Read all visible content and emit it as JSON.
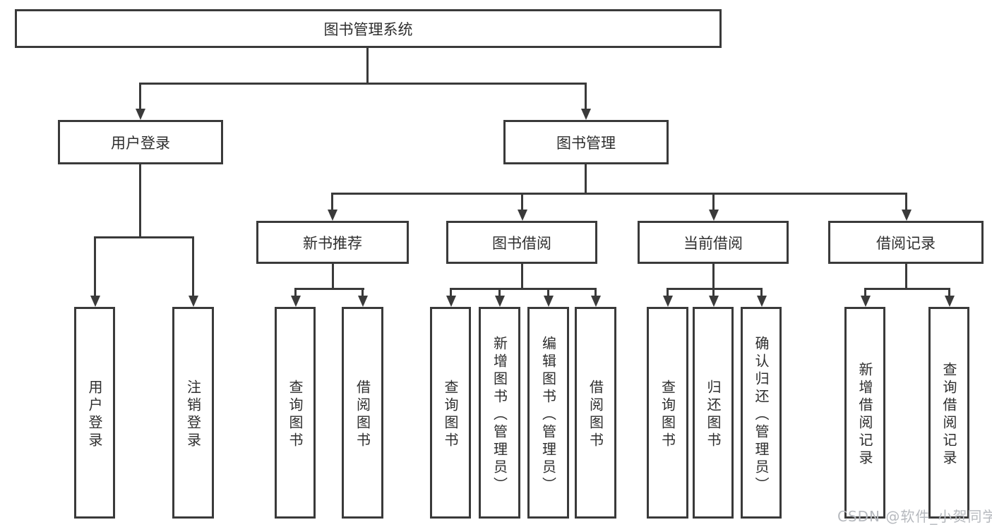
{
  "title": "图书管理系统",
  "level2": {
    "user_login": "用户登录",
    "book_mgmt": "图书管理"
  },
  "level3": {
    "new_rec": "新书推荐",
    "borrow": "图书借阅",
    "current": "当前借阅",
    "records": "借阅记录"
  },
  "leaves": {
    "login": "用户登录",
    "logout": "注销登录",
    "rec_query": "查询图书",
    "rec_borrow": "借阅图书",
    "bw_query": "查询图书",
    "bw_add": "新增图书（管理员）",
    "bw_edit": "编辑图书（管理员）",
    "bw_borrow": "借阅图书",
    "cur_query": "查询图书",
    "cur_return": "归还图书",
    "cur_confirm": "确认归还（管理员）",
    "rec_add": "新增借阅记录",
    "rec_q": "查询借阅记录"
  },
  "watermark": "CSDN @软件_小贺同学",
  "colors": {
    "line": "#3a3a3a",
    "text": "#2e2e2e",
    "watermark": "#b6b9be"
  }
}
